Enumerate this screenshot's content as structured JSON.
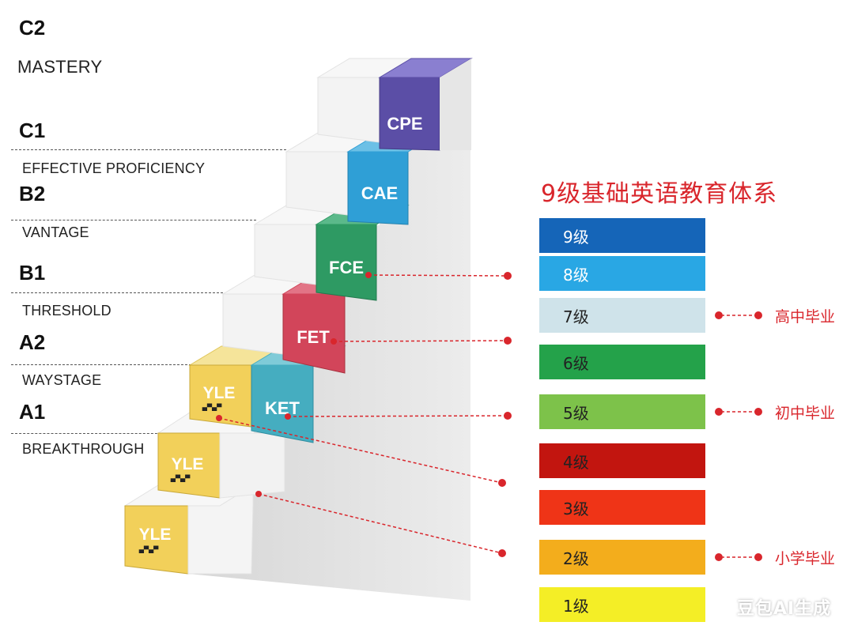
{
  "levels": [
    {
      "code": "C2",
      "description": "MASTERY"
    },
    {
      "code": "C1",
      "description": "EFFECTIVE PROFICIENCY"
    },
    {
      "code": "B2",
      "description": "VANTAGE"
    },
    {
      "code": "B1",
      "description": "THRESHOLD"
    },
    {
      "code": "A2",
      "description": "WAYSTAGE"
    },
    {
      "code": "A1",
      "description": "BREAKTHROUGH"
    }
  ],
  "exams": [
    {
      "label": "CPE",
      "color": "#5b4ea6"
    },
    {
      "label": "CAE",
      "color": "#2f9fd6"
    },
    {
      "label": "FCE",
      "color": "#2e9a63"
    },
    {
      "label": "FET",
      "color": "#d2455a"
    },
    {
      "label": "KET",
      "color": "#45adc0"
    },
    {
      "label": "YLE",
      "color": "#f2d05a"
    }
  ],
  "yle_sub_label": "▄▀▄▀",
  "grade_title": "9级基础英语教育体系",
  "grades": [
    {
      "label": "9级",
      "color": "#1565b8",
      "text_color": "#ffffff"
    },
    {
      "label": "8级",
      "color": "#29a7e4",
      "text_color": "#ffffff"
    },
    {
      "label": "7级",
      "color": "#cfe3ea",
      "text_color": "#222222"
    },
    {
      "label": "6级",
      "color": "#24a24a",
      "text_color": "#222222"
    },
    {
      "label": "5级",
      "color": "#7dc24a",
      "text_color": "#222222"
    },
    {
      "label": "4级",
      "color": "#c2150f",
      "text_color": "#222222"
    },
    {
      "label": "3级",
      "color": "#ef3417",
      "text_color": "#222222"
    },
    {
      "label": "2级",
      "color": "#f3ad1c",
      "text_color": "#222222"
    },
    {
      "label": "1级",
      "color": "#f4ee26",
      "text_color": "#222222"
    }
  ],
  "milestones": [
    {
      "label": "高中毕业",
      "grade": "7级"
    },
    {
      "label": "初中毕业",
      "grade": "5级"
    },
    {
      "label": "小学毕业",
      "grade": "2级"
    }
  ],
  "watermark": "豆包AI生成",
  "colors": {
    "accent_red": "#d9262c"
  }
}
